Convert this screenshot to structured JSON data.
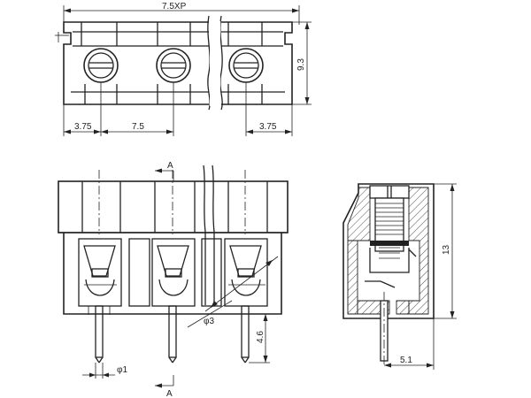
{
  "drawing": {
    "top_view": {
      "overall_width_label": "7.5XP",
      "height_label": "9.3",
      "left_offset_label": "3.75",
      "pitch_label": "7.5",
      "right_offset_label": "3.75"
    },
    "front_view": {
      "section_mark_top": "A",
      "section_mark_bottom": "A",
      "wire_hole_diameter_label": "φ3",
      "pin_diameter_label": "φ1",
      "pin_length_label": "4.6"
    },
    "side_view": {
      "height_label": "13",
      "pin_offset_label": "5.1"
    }
  }
}
